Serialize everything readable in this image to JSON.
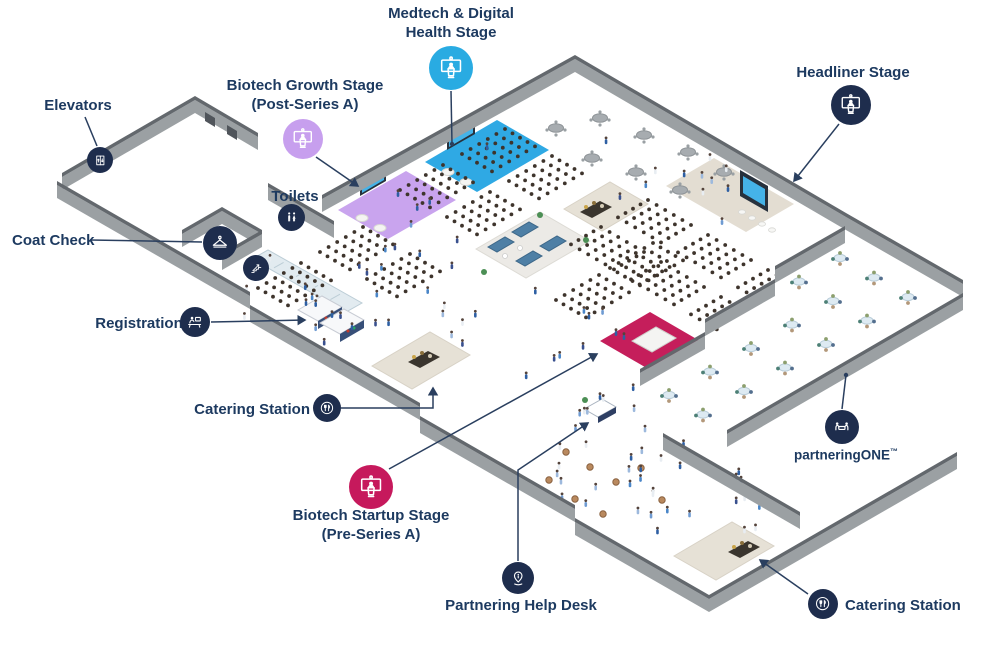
{
  "colors": {
    "label_text": "#1d3a60",
    "connector": "#2a3f5f",
    "medtech_cyan": "#29abe2",
    "growth_purple": "#c79fee",
    "startup_crimson": "#c6195c",
    "navy_badge": "#1e2d4d",
    "wall_gray": "#9ba0a3",
    "wall_cap": "#63686d",
    "platform_beige": "#e6e1d6",
    "stage_cyan": "#2fa9e4",
    "stage_purple": "#c9a4ee",
    "stage_crimson": "#c51e5b",
    "lounge_sofa": "#4e7fa5"
  },
  "labels": {
    "medtech": {
      "line1": "Medtech & Digital",
      "line2": "Health Stage",
      "icon": "stage-podium-icon"
    },
    "growth": {
      "line1": "Biotech Growth Stage",
      "line2": "(Post-Series A)",
      "icon": "stage-podium-icon"
    },
    "headliner": {
      "text": "Headliner Stage",
      "icon": "stage-podium-icon"
    },
    "elevators": {
      "text": "Elevators",
      "icon": "elevator-icon"
    },
    "toilets": {
      "text": "Toilets",
      "icon": "toilets-icon"
    },
    "coat_check": {
      "text": "Coat Check",
      "icon": "coat-hanger-icon"
    },
    "registration": {
      "text": "Registration",
      "icon": "registration-desk-icon"
    },
    "catering_left": {
      "text": "Catering Station",
      "icon": "catering-icon"
    },
    "startup": {
      "line1": "Biotech Startup Stage",
      "line2": "(Pre-Series A)",
      "icon": "stage-podium-icon"
    },
    "partnering_help": {
      "text": "Partnering Help Desk",
      "icon": "help-desk-pin-icon"
    },
    "partnering_one": {
      "text": "partneringONE",
      "tm": "™",
      "icon": "partnering-meeting-icon"
    },
    "catering_right": {
      "text": "Catering Station",
      "icon": "catering-icon"
    },
    "escalator": {
      "icon": "escalator-icon"
    }
  }
}
